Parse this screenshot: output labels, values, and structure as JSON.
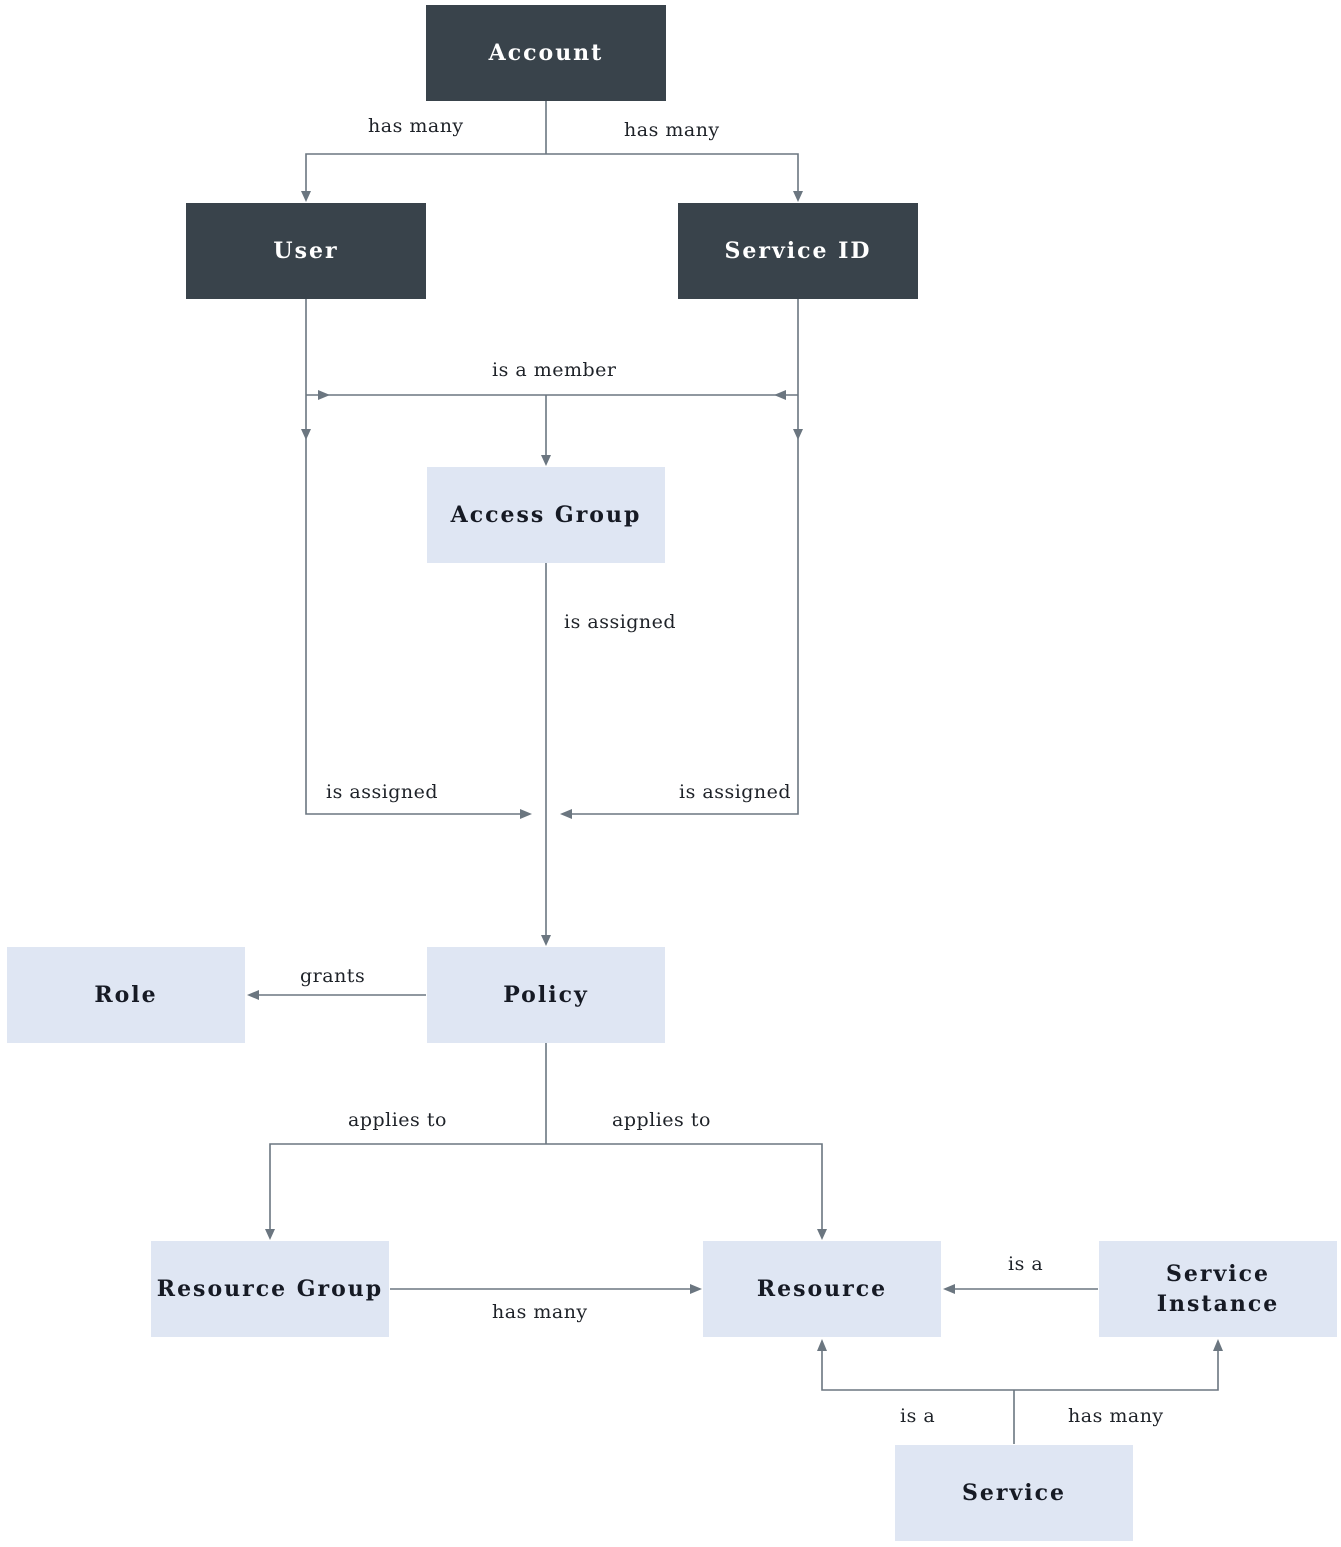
{
  "nodes": {
    "account": "Account",
    "user": "User",
    "service_id": "Service ID",
    "access_group": "Access Group",
    "role": "Role",
    "policy": "Policy",
    "resource_group": "Resource Group",
    "resource": "Resource",
    "service_instance": "Service\nInstance",
    "service": "Service"
  },
  "edges": {
    "account_user": "has many",
    "account_service_id": "has many",
    "member": "is a member",
    "group_assigned": "is assigned",
    "user_assigned": "is assigned",
    "service_id_assigned": "is assigned",
    "policy_role": "grants",
    "policy_resource_group": "applies to",
    "policy_resource": "applies to",
    "resource_group_resource": "has many",
    "instance_resource": "is a",
    "service_resource": "is a",
    "service_instance": "has many"
  },
  "colors": {
    "dark_node": "#39434b",
    "light_node": "#dfe6f3",
    "edge": "#6b7680"
  }
}
